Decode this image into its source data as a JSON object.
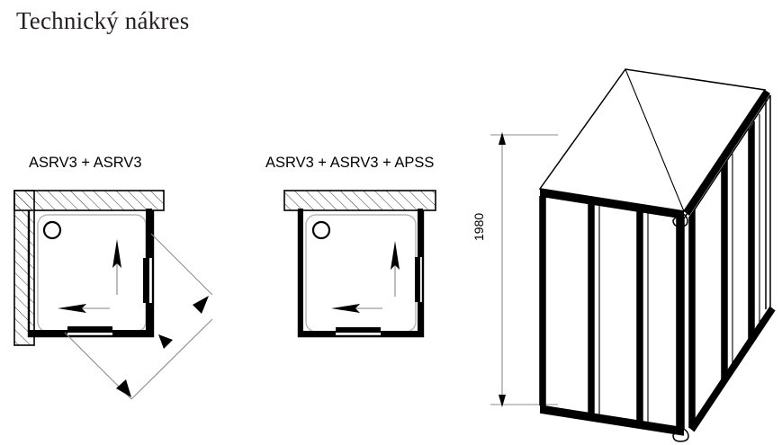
{
  "page": {
    "title": "Technický nákres",
    "background_color": "#ffffff",
    "ink_color": "#000000",
    "thin_line_color": "#8c8c8c",
    "tray_outline_color": "#b9b9b9"
  },
  "figures": {
    "plan_1": {
      "caption": "ASRV3 + ASRV3",
      "type": "floor-plan",
      "walls": [
        "left",
        "top"
      ],
      "drain_icon": "drain-circle-icon",
      "arrows": [
        {
          "name": "door-slide-arrow-up",
          "direction": "up"
        },
        {
          "name": "door-slide-arrow-left",
          "direction": "left"
        }
      ],
      "dimension_lines": [
        {
          "name": "diagonal-dimension",
          "orientation": "45-degree",
          "label": ""
        }
      ]
    },
    "plan_2": {
      "caption": "ASRV3 + ASRV3 + APSS",
      "type": "floor-plan",
      "walls": [
        "top"
      ],
      "drain_icon": "drain-circle-icon",
      "arrows": [
        {
          "name": "door-slide-arrow-up",
          "direction": "up"
        },
        {
          "name": "door-slide-arrow-left",
          "direction": "left"
        }
      ],
      "dimension_lines": []
    },
    "isometric": {
      "name": "isometric-enclosure-view",
      "type": "isometric-3d",
      "panels": 6,
      "dimension": {
        "name": "height-dimension",
        "value": "1980",
        "orientation": "vertical",
        "unit_implied": "mm"
      }
    }
  }
}
